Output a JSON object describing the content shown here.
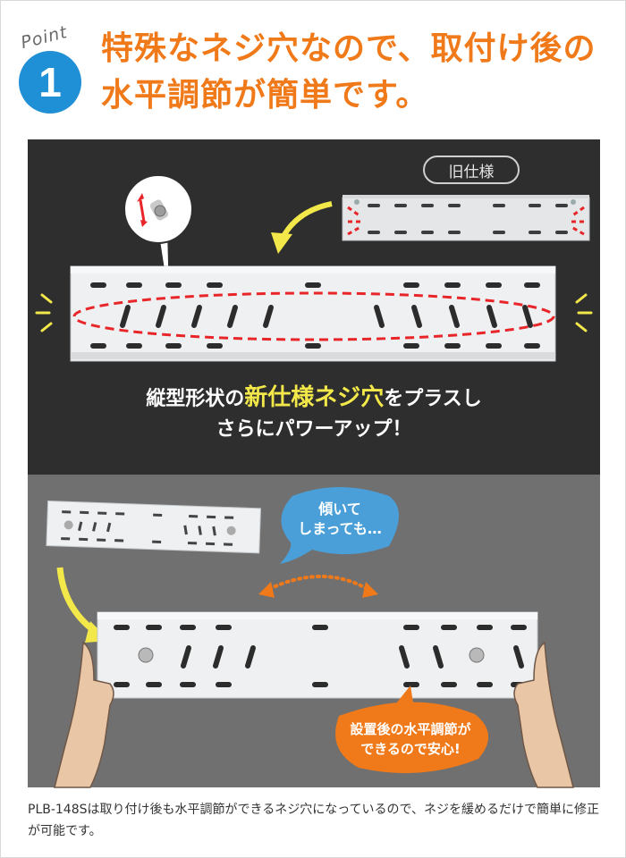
{
  "badge": {
    "word": "Point",
    "number": "1"
  },
  "headline": {
    "line1": "特殊なネジ穴なので、取付け後の",
    "line2": "水平調節が簡単です。"
  },
  "dark_panel": {
    "old_spec_label": "旧仕様",
    "caption_before": "縦型形状の",
    "caption_highlight": "新仕様ネジ穴",
    "caption_after": "をプラスし",
    "caption_line2": "さらにパワーアップ！"
  },
  "grey_panel": {
    "blue_bubble_line1": "傾いて",
    "blue_bubble_line2": "しまっても…",
    "orange_bubble_line1": "設置後の水平調節が",
    "orange_bubble_line2": "できるので安心!"
  },
  "bottom_note": "PLB-148Sは取り付け後も水平調節ができるネジ穴になっているので、ネジを緩めるだけで簡単に修正が可能です。",
  "colors": {
    "headline": "#f07a1a",
    "badge": "#1f8fd6",
    "highlight": "#f3e84a",
    "bubble_blue": "#4a9fd8",
    "bubble_orange": "#f07a1a",
    "dashed_red": "#e8262a"
  }
}
